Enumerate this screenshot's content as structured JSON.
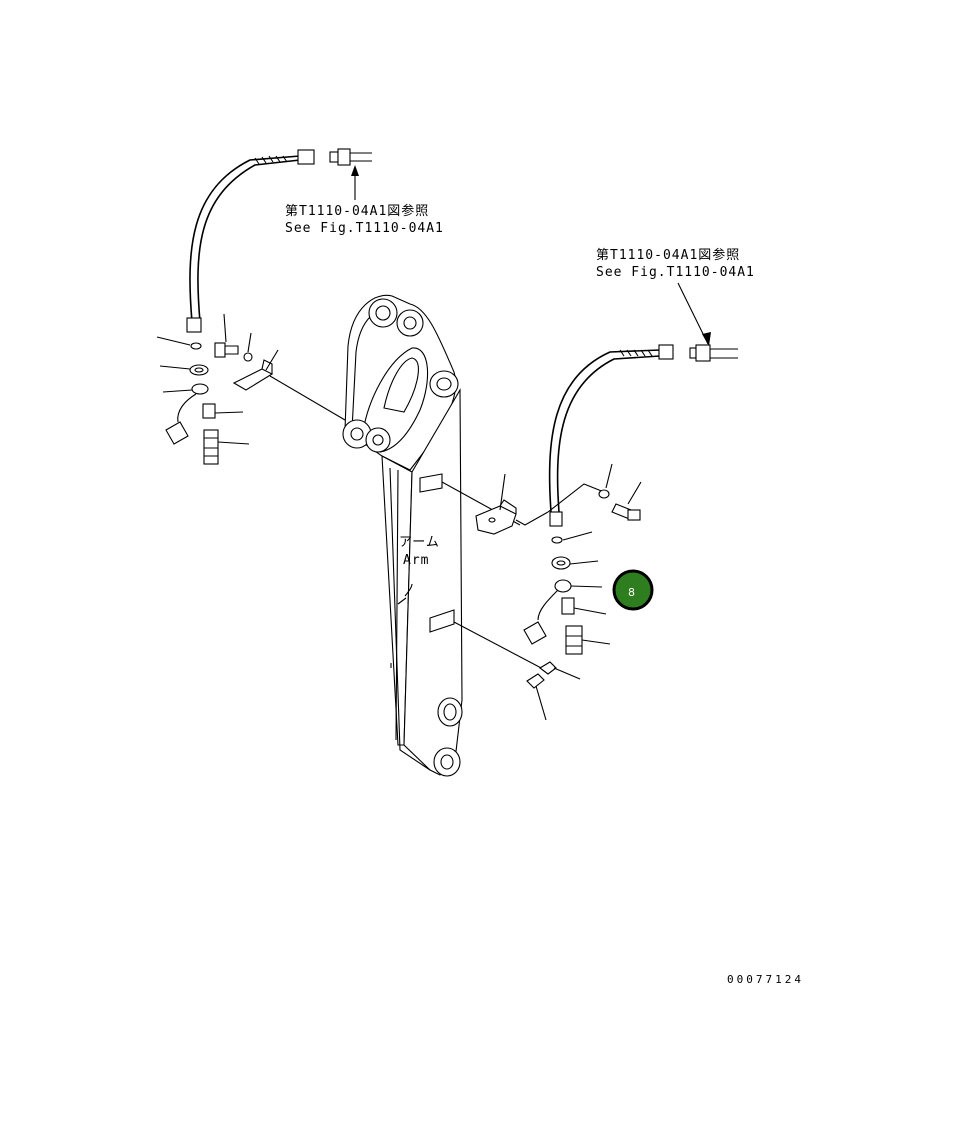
{
  "references": [
    {
      "jp": "第T1110-04A1図参照",
      "en": "See Fig.T1110-04A1"
    },
    {
      "jp": "第T1110-04A1図参照",
      "en": "See Fig.T1110-04A1"
    }
  ],
  "arm_label": {
    "jp": "アーム",
    "en": "Arm"
  },
  "callout": {
    "number": "8",
    "color": "#2e7d1e",
    "ring": "#000000"
  },
  "drawing_number": "00077124"
}
